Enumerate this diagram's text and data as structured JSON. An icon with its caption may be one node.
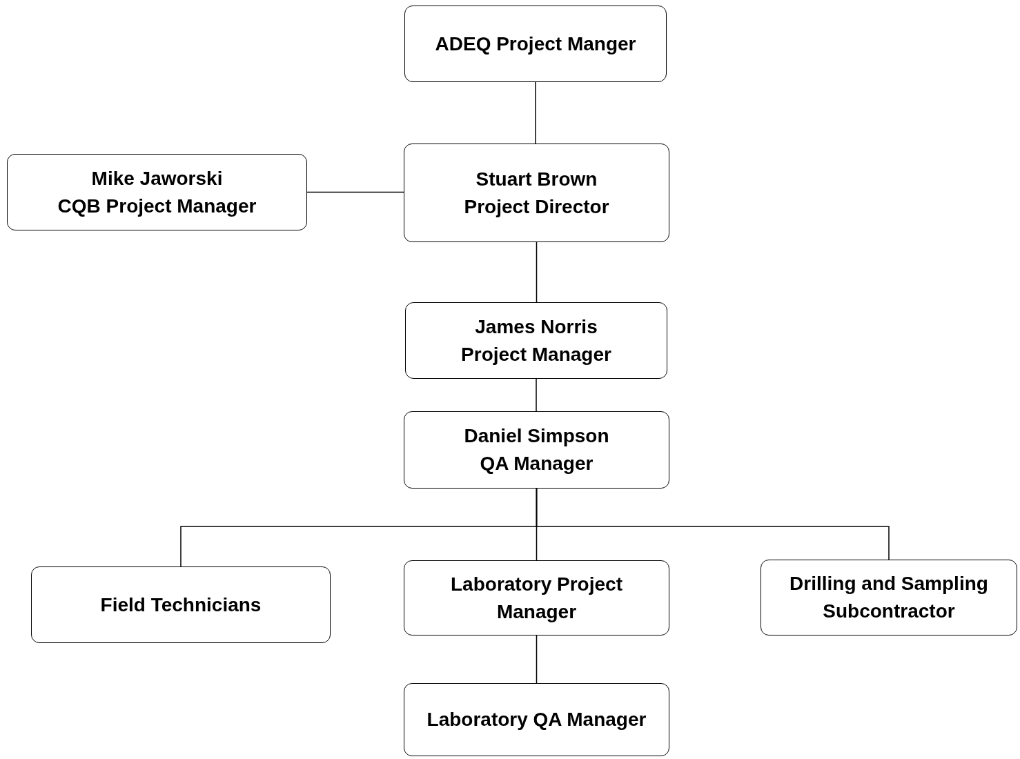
{
  "diagram": {
    "nodes": [
      {
        "text": [
          "ADEQ Project Manger"
        ]
      },
      {
        "text": [
          "Mike Jaworski",
          "CQB Project Manager"
        ]
      },
      {
        "text": [
          "Stuart Brown",
          "Project Director"
        ]
      },
      {
        "text": [
          "James Norris",
          "Project Manager"
        ]
      },
      {
        "text": [
          "Daniel Simpson",
          "QA Manager"
        ]
      },
      {
        "text": [
          "Field Technicians"
        ]
      },
      {
        "text": [
          "Laboratory Project Manager"
        ]
      },
      {
        "text": [
          "Drilling and Sampling Subcontractor"
        ]
      },
      {
        "text": [
          "Laboratory QA Manager"
        ]
      }
    ],
    "edges": [
      {
        "from": 0,
        "to": 2,
        "arrow": "none"
      },
      {
        "from": 1,
        "to": 2,
        "arrow": "none"
      },
      {
        "from": 2,
        "to": 3,
        "arrow": "none"
      },
      {
        "from": 3,
        "to": 4,
        "arrow": "none"
      },
      {
        "from": 4,
        "to": 5,
        "arrow": "none"
      },
      {
        "from": 4,
        "to": 6,
        "arrow": "none"
      },
      {
        "from": 4,
        "to": 7,
        "arrow": "none"
      },
      {
        "from": 6,
        "to": 8,
        "arrow": "none"
      }
    ]
  }
}
